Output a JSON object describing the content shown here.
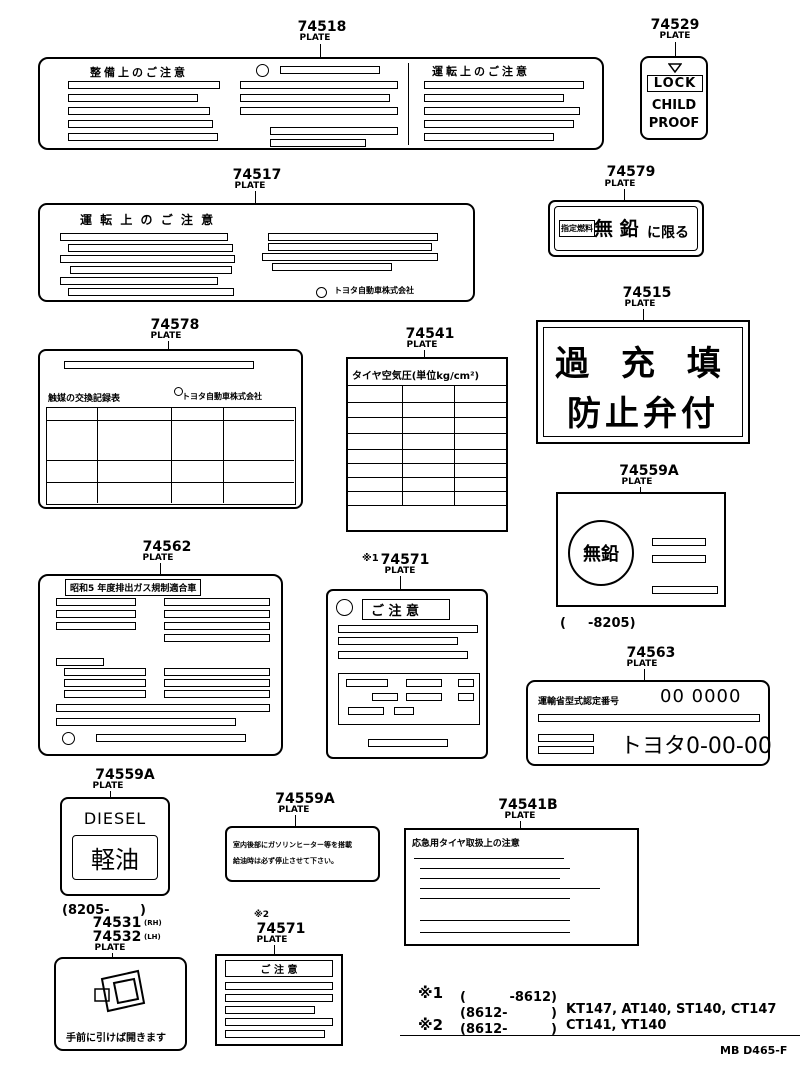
{
  "plate_word": "PLATE",
  "parts": {
    "p74518": "74518",
    "p74529": "74529",
    "p74517": "74517",
    "p74579": "74579",
    "p74515": "74515",
    "p74578": "74578",
    "p74541": "74541",
    "p74559A_1": "74559A",
    "p74562": "74562",
    "p74571_1": "74571",
    "p74563": "74563",
    "p74559A_2": "74559A",
    "p74559A_3": "74559A",
    "p74541B": "74541B",
    "p74531": "74531",
    "p74532": "74532",
    "p74571_2": "74571"
  },
  "marks": {
    "m1_74571": "※1",
    "m2_74571": "※2",
    "p74531_suffix": "(RH)",
    "p74532_suffix": "(LH)"
  },
  "plates": {
    "p74518_left_title": "整備上のご注意",
    "p74518_right_title": "運転上のご注意",
    "p74529_lock": "LOCK",
    "p74529_child": "CHILD",
    "p74529_proof": "PROOF",
    "p74517_title": "運 転 上 の ご 注 意",
    "p74517_maker": "トヨタ自動車株式会社",
    "p74579_badge": "指定燃料",
    "p74579_big": "無 鉛",
    "p74579_small": "に限る",
    "p74515_line1": "過 充 填",
    "p74515_line2": "防止弁付",
    "p74578_left": "触媒の交換記録表",
    "p74578_maker": "トヨタ自動車株式会社",
    "p74541_title": "タイヤ空気圧(単位kg/cm²)",
    "p74559A_circle": "無鉛",
    "p74559A_range": "( 　 -8205)",
    "p74562_title": "昭和5 年度排出ガス規制適合車",
    "p74571_title": "ご 注 意",
    "p74563_title": "運輸省型式認定番号",
    "p74563_num": "00 0000",
    "p74563_code": "トヨタ0-00-00",
    "p74559A_diesel": "DIESEL",
    "p74559A_oil": "軽油",
    "p74559A_range2": "(8205-　　 )",
    "p74559A_s_line1": "室内後部にガソリンヒーター等を搭載",
    "p74559A_s_line2": "給油時は必ず停止させて下さい。",
    "p74541B_title": "応急用タイヤ取扱上の注意",
    "p74571b_title": "ご 注 意",
    "p74531_text": "手前に引けば開きます"
  },
  "notes": {
    "n1_mark": "※1",
    "n1_range": "(　　　 -8612)",
    "n1b_range": "(8612-　　　 )",
    "n1b_models": "KT147, AT140, ST140, CT147",
    "n2_mark": "※2",
    "n2_range": "(8612-　　　 )",
    "n2_models": "CT141, YT140",
    "code": "MB D465-F"
  }
}
